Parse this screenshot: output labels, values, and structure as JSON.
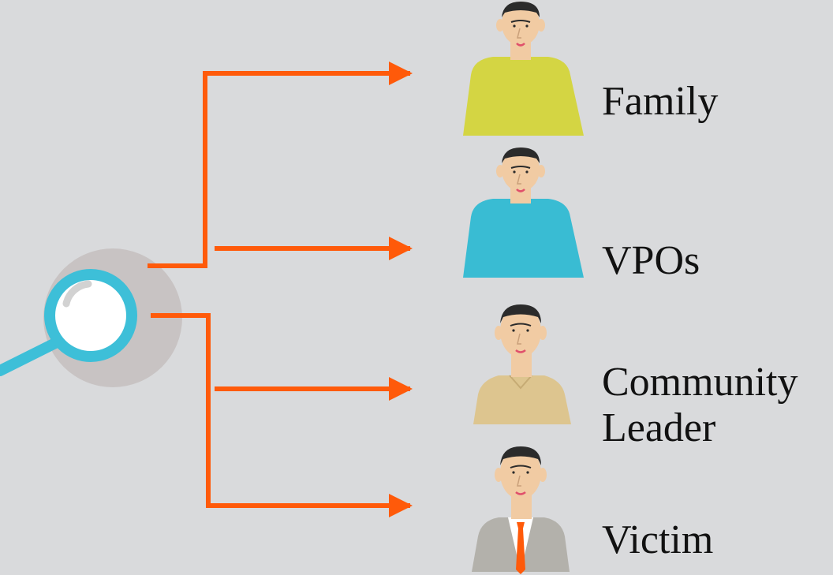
{
  "diagram": {
    "labels": {
      "family": "Family",
      "vpos": "VPOs",
      "community_leader": "Community\nLeader",
      "victim": "Victim"
    },
    "colors": {
      "background": "#d9dadc",
      "connector": "#ff5a0a",
      "magnifier_ring": "#3dbfd8",
      "magnifier_disc": "#c8c3c3",
      "shirt_family": "#d4d543",
      "shirt_vpos": "#39bcd3",
      "shirt_community_leader": "#ddc58f",
      "suit_victim": "#b3b1ab",
      "tie_victim": "#ff5a0a",
      "skin": "#f1cba3",
      "hair": "#2b2b2b"
    },
    "icons": [
      "magnifier-icon",
      "person-family-icon",
      "person-vpos-icon",
      "person-community-leader-icon",
      "person-victim-icon"
    ]
  }
}
